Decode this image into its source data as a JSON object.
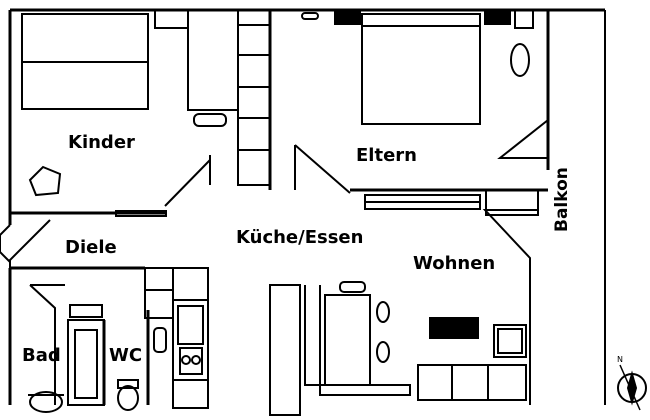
{
  "rooms": {
    "kinder": "Kinder",
    "eltern": "Eltern",
    "diele": "Diele",
    "kueche": "Küche/Essen",
    "wohnen": "Wohnen",
    "bad": "Bad",
    "wc": "WC",
    "balkon": "Balkon"
  },
  "compass": {
    "north_label": "N"
  },
  "colors": {
    "wall": "#000000",
    "background": "#ffffff"
  }
}
